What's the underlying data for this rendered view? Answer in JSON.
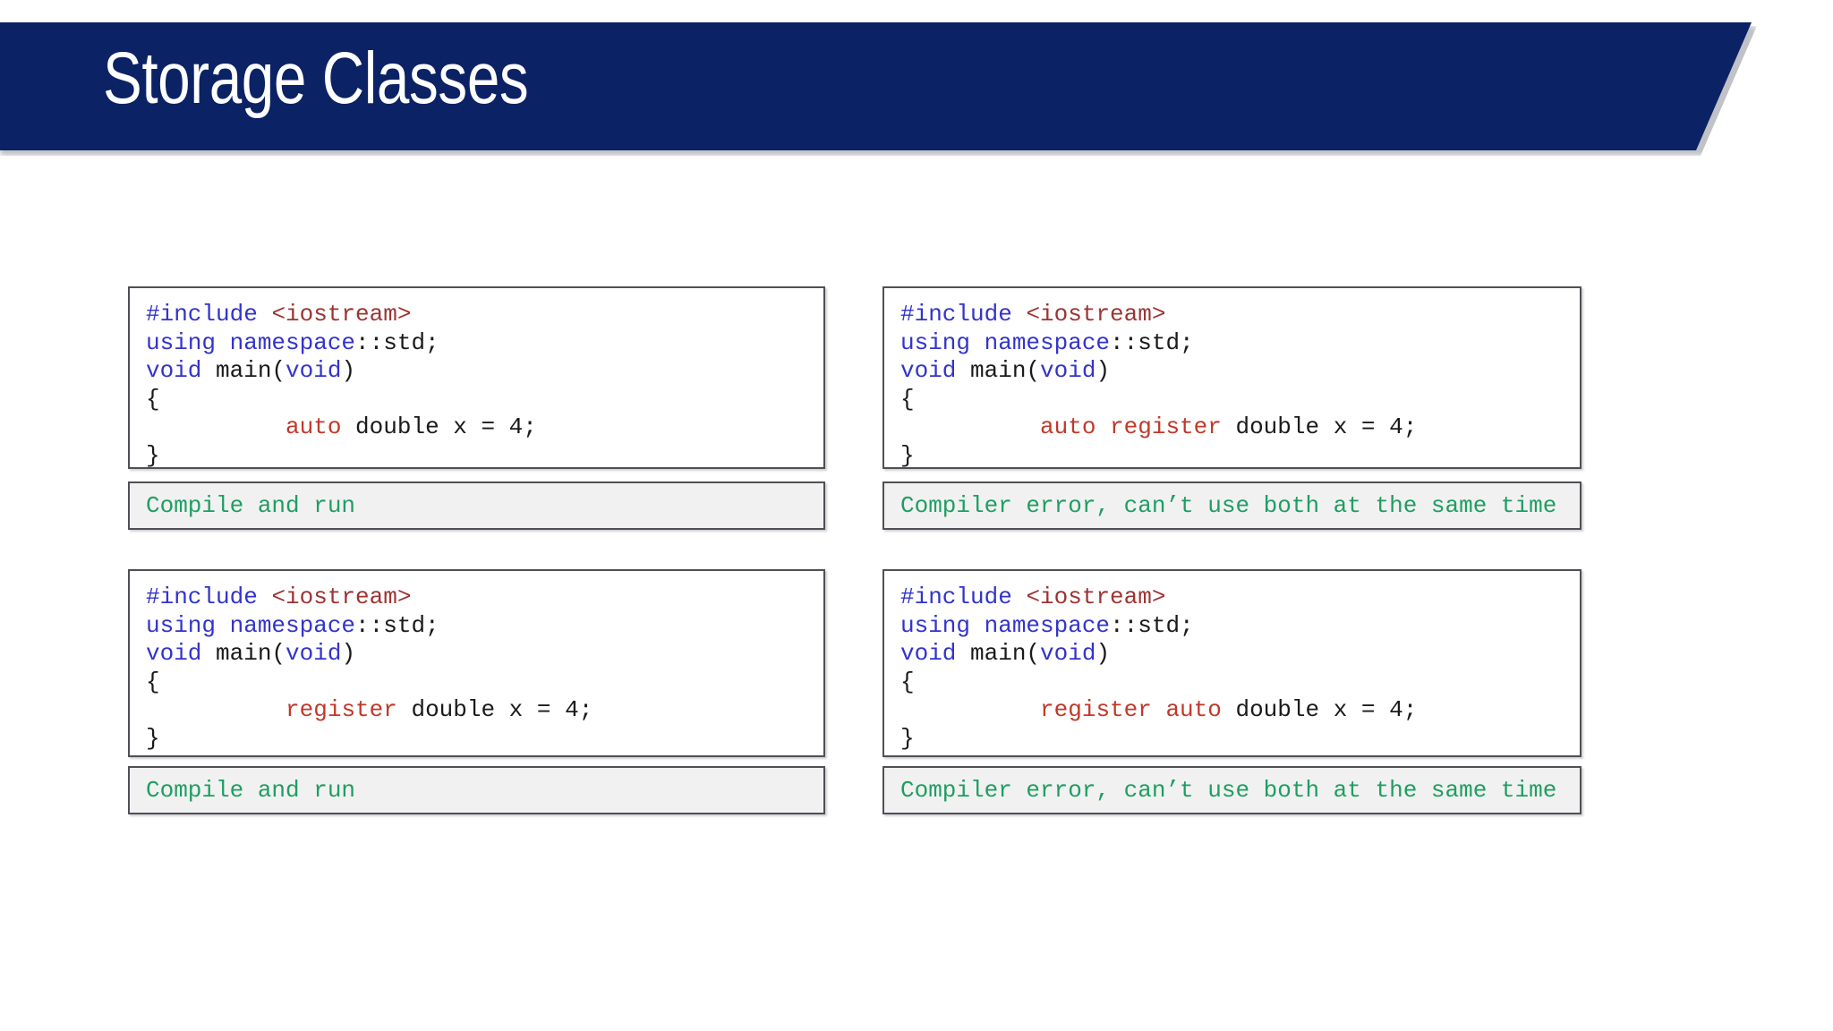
{
  "slide": {
    "title": "Storage Classes",
    "banner_color": "#0b2265",
    "background_color": "#ffffff"
  },
  "palette": {
    "preprocessor_blue": "#3333cc",
    "header_red": "#9c3434",
    "keyword_red": "#c0392b",
    "plain_black": "#1a1a1a",
    "caption_green": "#1f9e62",
    "box_border": "#4f4f55",
    "caption_bg": "#f1f1f1"
  },
  "examples": [
    {
      "id": "example-1",
      "position": "top-left",
      "code_lines": [
        [
          {
            "t": "#include ",
            "c": "blue"
          },
          {
            "t": "<iostream>",
            "c": "red"
          }
        ],
        [
          {
            "t": "using namespace",
            "c": "blue"
          },
          {
            "t": "::std;",
            "c": "plain"
          }
        ],
        [
          {
            "t": "void ",
            "c": "blue"
          },
          {
            "t": "main(",
            "c": "plain"
          },
          {
            "t": "void",
            "c": "blue"
          },
          {
            "t": ")",
            "c": "plain"
          }
        ],
        [
          {
            "t": "{",
            "c": "plain"
          }
        ],
        [
          {
            "t": "          ",
            "c": "plain"
          },
          {
            "t": "auto",
            "c": "kw"
          },
          {
            "t": " double x = 4;",
            "c": "plain"
          }
        ],
        [
          {
            "t": "}",
            "c": "plain"
          }
        ]
      ],
      "caption": "Compile and run"
    },
    {
      "id": "example-2",
      "position": "top-right",
      "code_lines": [
        [
          {
            "t": "#include ",
            "c": "blue"
          },
          {
            "t": "<iostream>",
            "c": "red"
          }
        ],
        [
          {
            "t": "using namespace",
            "c": "blue"
          },
          {
            "t": "::std;",
            "c": "plain"
          }
        ],
        [
          {
            "t": "void ",
            "c": "blue"
          },
          {
            "t": "main(",
            "c": "plain"
          },
          {
            "t": "void",
            "c": "blue"
          },
          {
            "t": ")",
            "c": "plain"
          }
        ],
        [
          {
            "t": "{",
            "c": "plain"
          }
        ],
        [
          {
            "t": "          ",
            "c": "plain"
          },
          {
            "t": "auto register",
            "c": "kw"
          },
          {
            "t": " double x = 4;",
            "c": "plain"
          }
        ],
        [
          {
            "t": "}",
            "c": "plain"
          }
        ]
      ],
      "caption": "Compiler error, can’t use both at the same time"
    },
    {
      "id": "example-3",
      "position": "bottom-left",
      "code_lines": [
        [
          {
            "t": "#include ",
            "c": "blue"
          },
          {
            "t": "<iostream>",
            "c": "red"
          }
        ],
        [
          {
            "t": "using namespace",
            "c": "blue"
          },
          {
            "t": "::std;",
            "c": "plain"
          }
        ],
        [
          {
            "t": "void ",
            "c": "blue"
          },
          {
            "t": "main(",
            "c": "plain"
          },
          {
            "t": "void",
            "c": "blue"
          },
          {
            "t": ")",
            "c": "plain"
          }
        ],
        [
          {
            "t": "{",
            "c": "plain"
          }
        ],
        [
          {
            "t": "          ",
            "c": "plain"
          },
          {
            "t": "register",
            "c": "kw"
          },
          {
            "t": " double x = 4;",
            "c": "plain"
          }
        ],
        [
          {
            "t": "}",
            "c": "plain"
          }
        ]
      ],
      "caption": "Compile and run"
    },
    {
      "id": "example-4",
      "position": "bottom-right",
      "code_lines": [
        [
          {
            "t": "#include ",
            "c": "blue"
          },
          {
            "t": "<iostream>",
            "c": "red"
          }
        ],
        [
          {
            "t": "using namespace",
            "c": "blue"
          },
          {
            "t": "::std;",
            "c": "plain"
          }
        ],
        [
          {
            "t": "void ",
            "c": "blue"
          },
          {
            "t": "main(",
            "c": "plain"
          },
          {
            "t": "void",
            "c": "blue"
          },
          {
            "t": ")",
            "c": "plain"
          }
        ],
        [
          {
            "t": "{",
            "c": "plain"
          }
        ],
        [
          {
            "t": "          ",
            "c": "plain"
          },
          {
            "t": "register auto",
            "c": "kw"
          },
          {
            "t": " double x = 4;",
            "c": "plain"
          }
        ],
        [
          {
            "t": "}",
            "c": "plain"
          }
        ]
      ],
      "caption": "Compiler error, can’t use both at the same time"
    }
  ]
}
